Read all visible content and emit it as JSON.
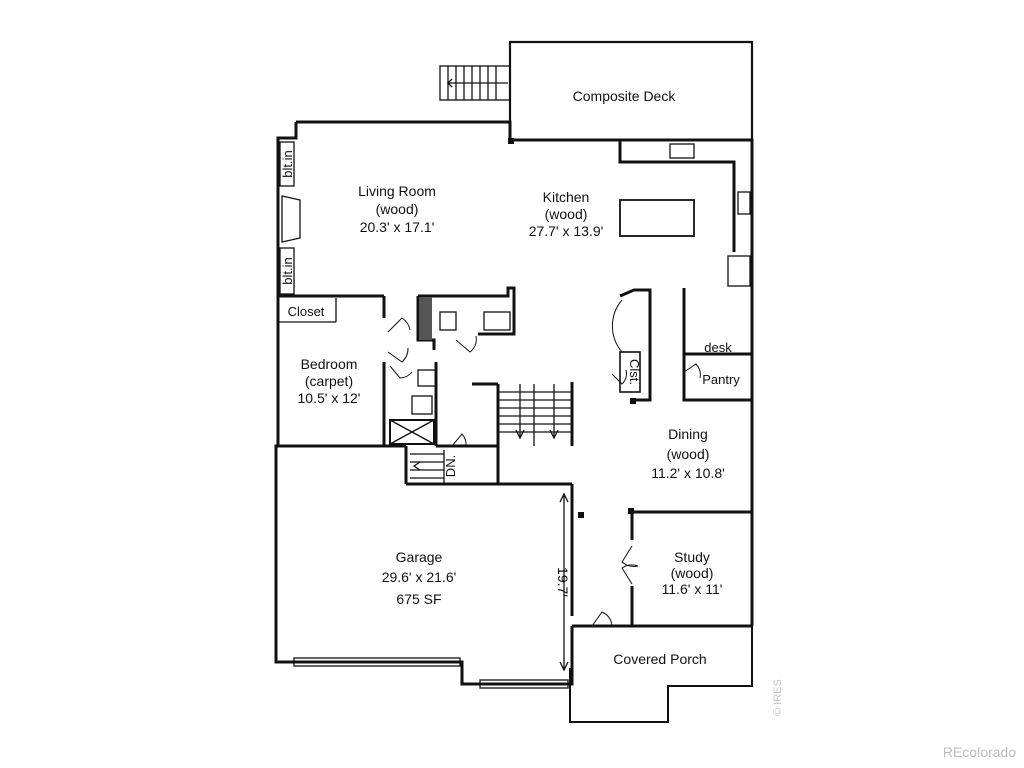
{
  "rooms": {
    "deck": {
      "name": "Composite Deck"
    },
    "living": {
      "name": "Living Room",
      "floor": "(wood)",
      "size": "20.3' x 17.1'"
    },
    "kitchen": {
      "name": "Kitchen",
      "floor": "(wood)",
      "size": "27.7' x 13.9'"
    },
    "bedroom": {
      "name": "Bedroom",
      "floor": "(carpet)",
      "size": "10.5' x 12'"
    },
    "closet": {
      "name": "Closet"
    },
    "dining": {
      "name": "Dining",
      "floor": "(wood)",
      "size": "11.2' x 10.8'"
    },
    "study": {
      "name": "Study",
      "floor": "(wood)",
      "size": "11.6' x 11'"
    },
    "garage": {
      "name": "Garage",
      "size": "29.6' x 21.6'",
      "area": "675 SF"
    },
    "porch": {
      "name": "Covered Porch"
    },
    "pantry": {
      "name": "Pantry"
    },
    "desk": {
      "name": "desk"
    },
    "clst": {
      "name": "Clst."
    }
  },
  "labels": {
    "blt_in_top": "blt.in",
    "blt_in_bottom": "blt.in",
    "stairs_down": "DN.",
    "garage_dim": "19.7'"
  },
  "watermarks": {
    "ires": "© IRES",
    "brand": "REcolorado"
  }
}
